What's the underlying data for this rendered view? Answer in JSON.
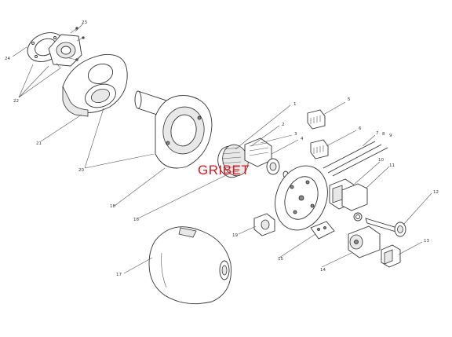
{
  "watermark": "GRIBET",
  "callouts": [
    {
      "id": "1",
      "text": "1"
    },
    {
      "id": "2",
      "text": "2"
    },
    {
      "id": "3",
      "text": "3"
    },
    {
      "id": "4",
      "text": "4"
    },
    {
      "id": "5",
      "text": "5"
    },
    {
      "id": "6",
      "text": "6"
    },
    {
      "id": "7",
      "text": "7"
    },
    {
      "id": "8",
      "text": "8"
    },
    {
      "id": "9",
      "text": "9"
    },
    {
      "id": "10",
      "text": "10"
    },
    {
      "id": "11",
      "text": "11"
    },
    {
      "id": "12",
      "text": "12"
    },
    {
      "id": "13",
      "text": "13"
    },
    {
      "id": "14",
      "text": "14"
    },
    {
      "id": "15",
      "text": "15"
    },
    {
      "id": "16",
      "text": "16"
    },
    {
      "id": "17",
      "text": "17"
    },
    {
      "id": "18",
      "text": "18"
    },
    {
      "id": "19",
      "text": "19"
    },
    {
      "id": "20",
      "text": "20"
    },
    {
      "id": "21",
      "text": "21"
    },
    {
      "id": "22",
      "text": "22"
    },
    {
      "id": "23",
      "text": "23"
    },
    {
      "id": "24",
      "text": "24"
    }
  ],
  "colors": {
    "line": "#333333",
    "watermark": "#e3141b",
    "background": "#ffffff"
  }
}
